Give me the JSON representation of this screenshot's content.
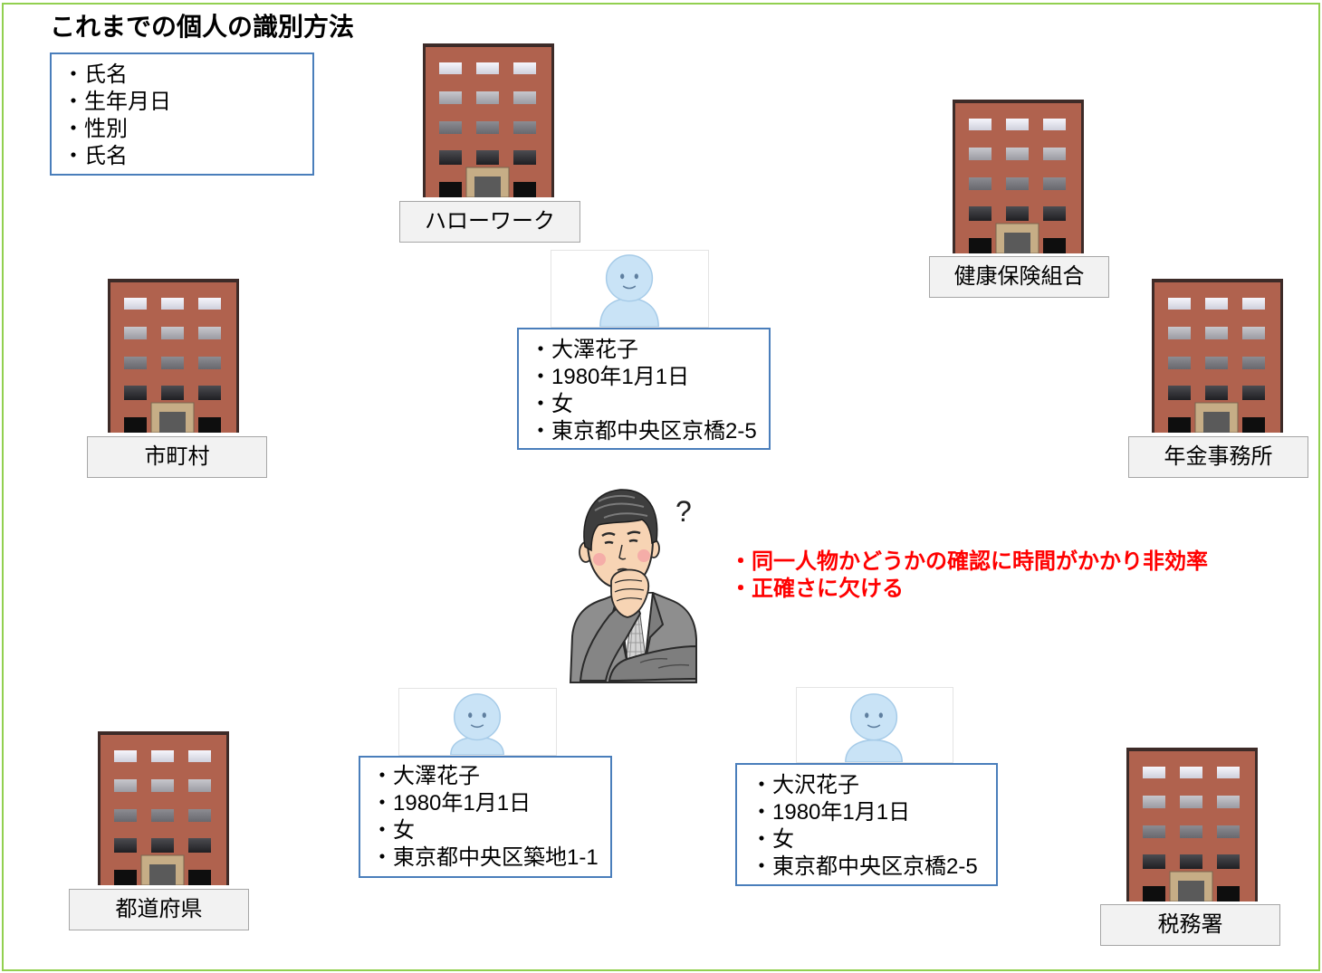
{
  "title": "これまでの個人の識別方法",
  "criteria": [
    "・氏名",
    "・生年月日",
    "・性別",
    "・氏名"
  ],
  "organizations": [
    {
      "label": "ハローワーク",
      "icon": "office-building-icon"
    },
    {
      "label": "健康保険組合",
      "icon": "office-building-icon"
    },
    {
      "label": "市町村",
      "icon": "office-building-icon"
    },
    {
      "label": "年金事務所",
      "icon": "office-building-icon"
    },
    {
      "label": "都道府県",
      "icon": "office-building-icon"
    },
    {
      "label": "税務署",
      "icon": "office-building-icon"
    }
  ],
  "records": [
    {
      "icon": "person-icon",
      "name": "・大澤花子",
      "birthdate": "・1980年1月1日",
      "sex": "・女",
      "address": "・東京都中央区京橋2-5"
    },
    {
      "icon": "person-icon",
      "name": "・大澤花子",
      "birthdate": "・1980年1月1日",
      "sex": "・女",
      "address": "・東京都中央区築地1-1"
    },
    {
      "icon": "person-icon",
      "name": "・大沢花子",
      "birthdate": "・1980年1月1日",
      "sex": "・女",
      "address": "・東京都中央区京橋2-5"
    }
  ],
  "clerk": {
    "icon": "thinking-man-icon",
    "question_mark": "?"
  },
  "issues": [
    "・同一人物かどうかの確認に時間がかかり非効率",
    "・正確さに欠ける"
  ],
  "colors": {
    "frame_border": "#92d050",
    "record_border": "#4a7ebb",
    "label_fill": "#f2f2f2",
    "label_border": "#a6a6a6",
    "issue_text": "#ff0000",
    "building_body": "#b0624e",
    "person_fill": "#c9e3f6"
  }
}
